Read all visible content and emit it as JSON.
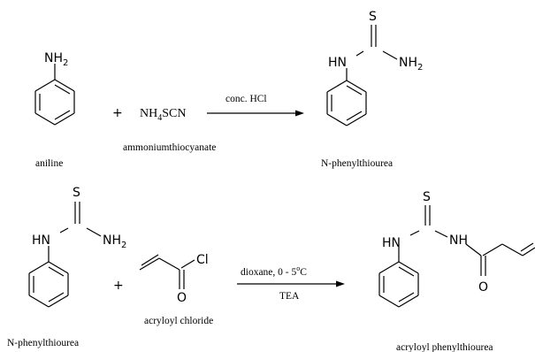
{
  "reaction1": {
    "aniline": {
      "group": "NH",
      "group_sub": "2",
      "label": "aniline"
    },
    "plus": "+",
    "thiocyanate": {
      "formula_a": "NH",
      "formula_sub": "4",
      "formula_b": "SCN",
      "label": "ammoniumthiocyanate"
    },
    "condition": "conc. HCl",
    "product": {
      "s": "S",
      "hn": "HN",
      "nh": "NH",
      "nh_sub": "2",
      "label": "N-phenylthiourea"
    }
  },
  "reaction2": {
    "reactant": {
      "s": "S",
      "hn": "HN",
      "nh": "NH",
      "nh_sub": "2",
      "label": "N-phenylthiourea"
    },
    "plus": "+",
    "acryloyl": {
      "cl": "Cl",
      "o": "O",
      "label": "acryloyl chloride"
    },
    "condition_top_a": "dioxane, 0 - 5",
    "condition_top_sup": "o",
    "condition_top_b": "C",
    "condition_bottom": "TEA",
    "product": {
      "s": "S",
      "hn": "HN",
      "nh": "NH",
      "o": "O",
      "label": "acryloyl phenylthiourea"
    }
  }
}
